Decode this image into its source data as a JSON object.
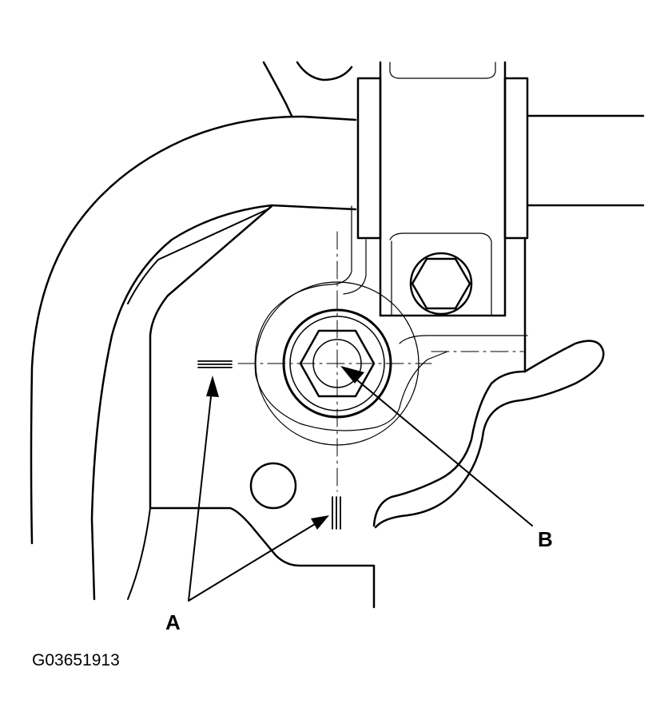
{
  "diagram": {
    "callouts": {
      "a": "A",
      "b": "B"
    },
    "figure_id": "G03651913",
    "colors": {
      "line": "#000000",
      "background": "#ffffff"
    }
  }
}
